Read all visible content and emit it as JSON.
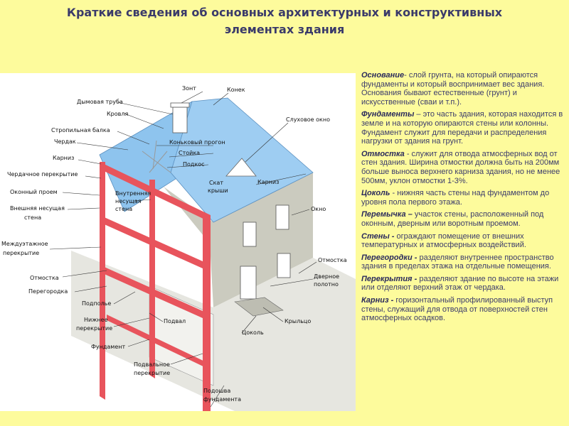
{
  "title": {
    "line1": "Краткие сведения об основных архитектурных и конструктивных",
    "line2": "элементах здания"
  },
  "colors": {
    "background": "#fdfb9c",
    "title": "#3a3a6a",
    "wall_section": "#e8545c",
    "roof": "#8ec4ee",
    "facade": "#cbcbbf"
  },
  "diagram": {
    "labels": {
      "zont": "Зонт",
      "konek": "Конек",
      "dymovaya_truba": "Дымовая труба",
      "krovlya": "Кровля",
      "slukhovoe_okno": "Слуховое окно",
      "stropilnaya_balka": "Стропильная балка",
      "cherdak": "Чердак",
      "konkovyi_progon": "Коньковый прогон",
      "karniz_left": "Карниз",
      "stoyka": "Стойка",
      "podkos": "Подкос",
      "skat_l1": "Скат",
      "skat_l2": "крыши",
      "cherdachnoe": "Чердачное перекрытие",
      "karniz_right": "Карниз",
      "okonnyi_proem": "Оконный проем",
      "vn_nes_l1": "Внутренняя",
      "vn_nes_l2": "несущая",
      "vn_nes_l3": "стена",
      "vneshn_l1": "Внешняя несущая",
      "vneshn_l2": "стена",
      "okno": "Окно",
      "mezh_l1": "Междуэтажное",
      "mezh_l2": "перекрытие",
      "otmostka_right": "Отмостка",
      "otmostka_left": "Отмостка",
      "dvernoe_l1": "Дверное",
      "dvernoe_l2": "полотно",
      "peregorodka": "Перегородка",
      "podpolye": "Подполье",
      "nizhnee_l1": "Нижнее",
      "nizhnee_l2": "перекрытие",
      "podval": "Подвал",
      "kryltso": "Крыльцо",
      "tsokol": "Цоколь",
      "fundament": "Фундамент",
      "podval_per_l1": "Подвальное",
      "podval_per_l2": "перекрытие",
      "podoshva_l1": "Подошва",
      "podoshva_l2": "фундамента"
    }
  },
  "definitions": [
    {
      "term": "Основание",
      "text": "- слой грунта, на который опираются фундаменты и который воспринимает вес здания. Основания бывают естественные (грунт) и искусственные (сваи и т.п.)."
    },
    {
      "term": "Фундаменты",
      "text": " – это часть здания, которая находится в земле и на которую опираются стены или колонны. Фундамент служит для передачи и распределения нагрузки от здания на грунт."
    },
    {
      "term": "Отмостка",
      "text": " - служит для отвода атмосферных вод от стен здания. Ширина отмостки должна быть на 200мм больше выноса верхнего карниза здания, но не менее 500мм, уклон отмостки 1-3%."
    },
    {
      "term": "Цоколь",
      "text": " - нижняя часть стены над фундаментом до уровня пола первого этажа."
    },
    {
      "term": "Перемычка –",
      "text": " участок стены, расположенный под оконным, дверным или воротным проемом."
    },
    {
      "term": "Стены -",
      "text": " ограждают помещение от внешних температурных и атмосферных воздействий."
    },
    {
      "term": "Перегородки -",
      "text": " разделяют внутреннее пространство здания в пределах этажа на отдельные помещения."
    },
    {
      "term": "Перекрытия -",
      "text": " разделяют здание по высоте на этажи или отделяют верхний этаж от чердака."
    },
    {
      "term": "Карниз -",
      "text": " горизонтальный профилированный выступ стены, служащий для отвода от поверхностей стен атмосферных осадков."
    }
  ]
}
